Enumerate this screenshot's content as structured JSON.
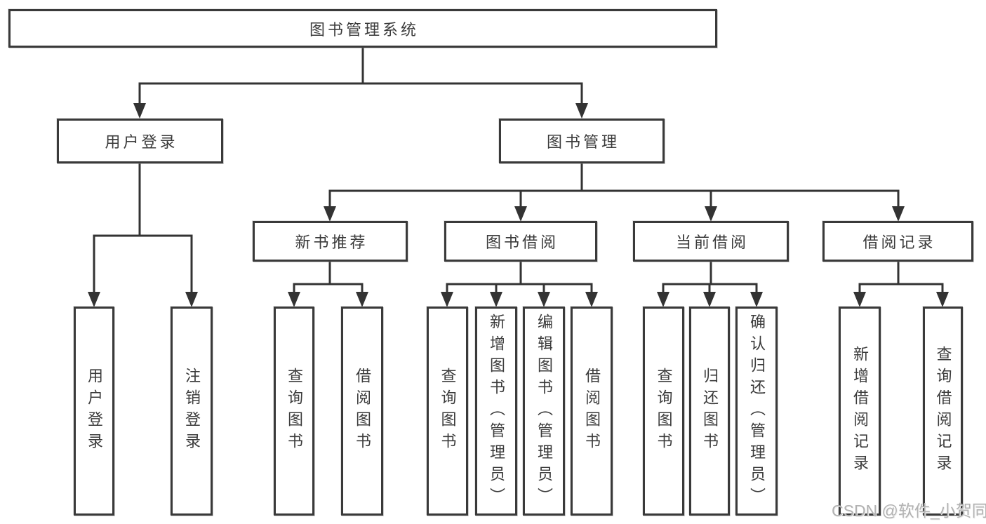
{
  "diagram": {
    "root": {
      "label": "图书管理系统"
    },
    "level2": {
      "user_login": {
        "label": "用户登录"
      },
      "book_management": {
        "label": "图书管理"
      }
    },
    "level3": {
      "new_book_recommendation": {
        "label": "新书推荐"
      },
      "book_borrowing": {
        "label": "图书借阅"
      },
      "current_borrowing": {
        "label": "当前借阅"
      },
      "borrowing_records": {
        "label": "借阅记录"
      }
    },
    "leaves": {
      "user_login": {
        "label": "用户登录"
      },
      "logout": {
        "label": "注销登录"
      },
      "query_books_recommend": {
        "label": "查询图书"
      },
      "borrow_books_recommend": {
        "label": "借阅图书"
      },
      "query_books_borrowing": {
        "label": "查询图书"
      },
      "add_books_admin": {
        "label": "新增图书（管理员）"
      },
      "edit_books_admin": {
        "label": "编辑图书（管理员）"
      },
      "borrow_books_borrowing": {
        "label": "借阅图书"
      },
      "query_books_current": {
        "label": "查询图书"
      },
      "return_books": {
        "label": "归还图书"
      },
      "confirm_return_admin": {
        "label": "确认归还（管理员）"
      },
      "add_borrow_record": {
        "label": "新增借阅记录"
      },
      "query_borrow_record": {
        "label": "查询借阅记录"
      }
    },
    "colors": {
      "line": "#333333",
      "box_border": "#3a3a3a",
      "text": "#3b3b3b",
      "background": "#ffffff",
      "watermark": "#b2b2b2"
    }
  },
  "watermark": {
    "text": "CSDN @软件_小贺同学"
  }
}
